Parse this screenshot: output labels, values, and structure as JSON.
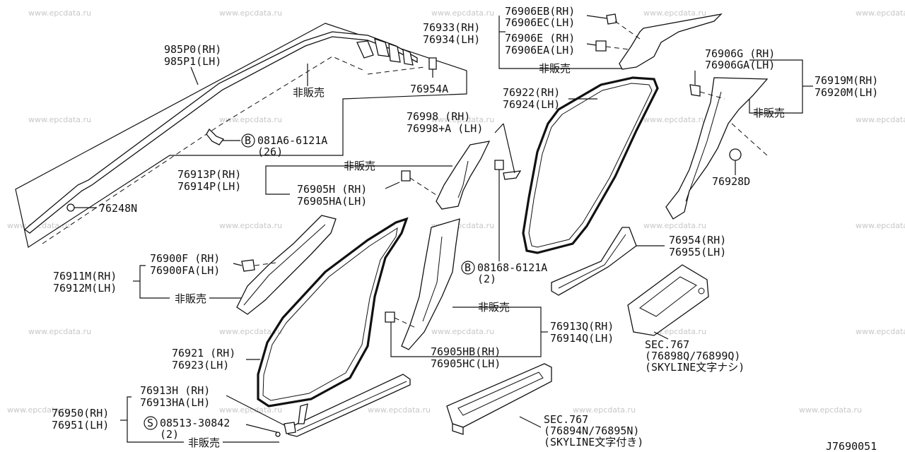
{
  "watermark": "www.epcdata.ru",
  "diagram_code": "J7690051",
  "callouts": {
    "p985P0": [
      "985P0(RH)",
      "985P1(LH)"
    ],
    "hibanbai_a": "非販売",
    "p76954A": "76954A",
    "bolt_081A6": [
      "081A6-6121A",
      "(26)"
    ],
    "p76248N": "76248N",
    "p76933": [
      "76933(RH)",
      "76934(LH)"
    ],
    "p76906EB": [
      "76906EB(RH)",
      "76906EC(LH)",
      "76906E (RH)",
      "76906EA(LH)"
    ],
    "hibanbai_b": "非販売",
    "p76906G": [
      "76906G (RH)",
      "76906GA(LH)"
    ],
    "p76919M": [
      "76919M(RH)",
      "76920M(LH)"
    ],
    "hibanbai_c": "非販売",
    "p76928D": "76928D",
    "p76922": [
      "76922(RH)",
      "76924(LH)"
    ],
    "p76998": [
      "76998   (RH)",
      "76998+A (LH)"
    ],
    "hibanbai_d": "非販売",
    "p76913P": [
      "76913P(RH)",
      "76914P(LH)"
    ],
    "p76905H": [
      "76905H  (RH)",
      "76905HA(LH)"
    ],
    "p76954": [
      "76954(RH)",
      "76955(LH)"
    ],
    "bolt_08168": [
      "08168-6121A",
      "(2)"
    ],
    "p76900F": [
      "76900F (RH)",
      "76900FA(LH)"
    ],
    "p76911M": [
      "76911M(RH)",
      "76912M(LH)"
    ],
    "hibanbai_e": "非販売",
    "hibanbai_f": "非販売",
    "p76913Q": [
      "76913Q(RH)",
      "76914Q(LH)"
    ],
    "p76905HB": [
      "76905HB(RH)",
      "76905HC(LH)"
    ],
    "sec767_upper": [
      "SEC.767",
      "(76898Q/76899Q)",
      "(SKYLINE文字ナシ)"
    ],
    "p76921": [
      "76921 (RH)",
      "76923(LH)"
    ],
    "p76913H": [
      "76913H (RH)",
      "76913HA(LH)"
    ],
    "p76950": [
      "76950(RH)",
      "76951(LH)"
    ],
    "screw_08513": [
      "08513-30842",
      "(2)"
    ],
    "hibanbai_g": "非販売",
    "sec767_lower": [
      "SEC.767",
      "(76894N/76895N)",
      "(SKYLINE文字付き)"
    ]
  },
  "symbols": {
    "bolt": "B",
    "screw": "S"
  }
}
